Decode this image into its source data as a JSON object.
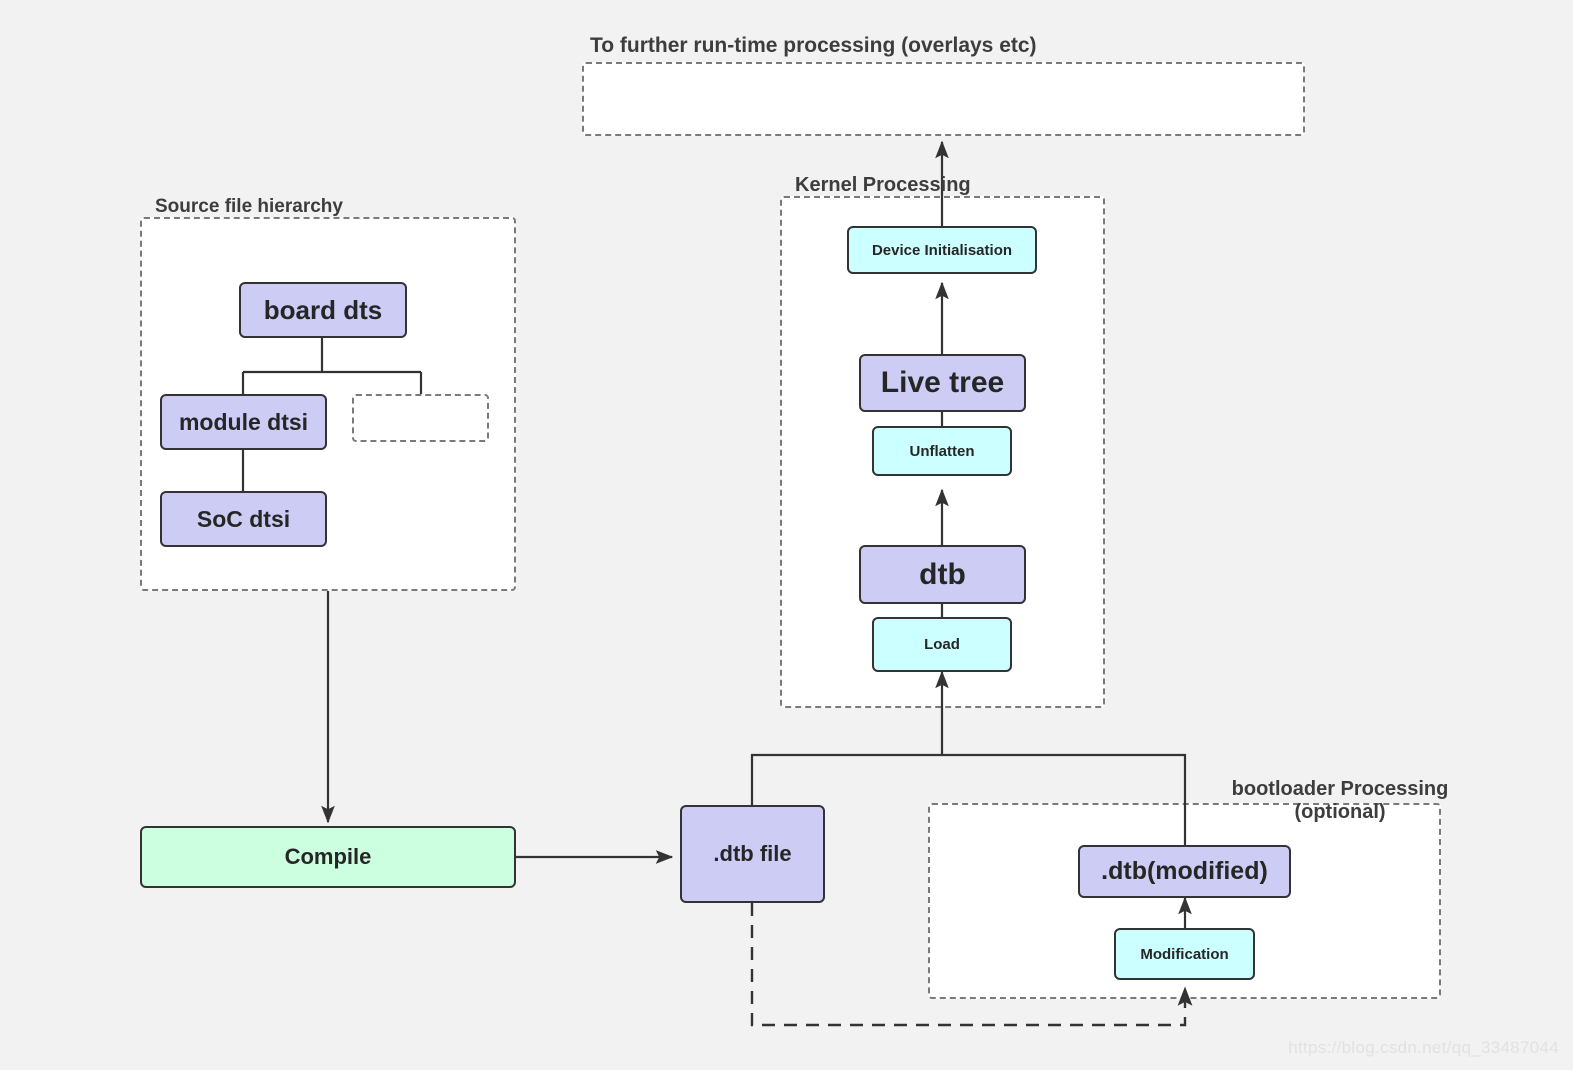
{
  "diagram": {
    "title_runtime": "To further run-time processing  (overlays etc)",
    "groups": {
      "source": {
        "title": "Source file hierarchy"
      },
      "kernel": {
        "title": "Kernel Processing"
      },
      "bootloader": {
        "title": "bootloader Processing\n(optional)"
      },
      "runtime": {
        "title": "To further run-time processing  (overlays etc)"
      }
    },
    "nodes": {
      "board_dts": "board dts",
      "module_dtsi": "module dtsi",
      "soc_dtsi": "SoC dtsi",
      "placeholder": "",
      "compile": "Compile",
      "dtb_file": ".dtb file",
      "device_init": "Device Initialisation",
      "live_tree": "Live tree",
      "unflatten": "Unflatten",
      "dtb": "dtb",
      "load": "Load",
      "dtb_modified": ".dtb(modified)",
      "modification": "Modification"
    },
    "colors": {
      "purple": "#ccccf5",
      "cyan": "#ccffff",
      "green": "#ccffe0",
      "stroke": "#333333",
      "dashed_stroke": "#7a7a7a",
      "background": "#f2f2f2"
    },
    "watermark": "https://blog.csdn.net/qq_33487044"
  }
}
